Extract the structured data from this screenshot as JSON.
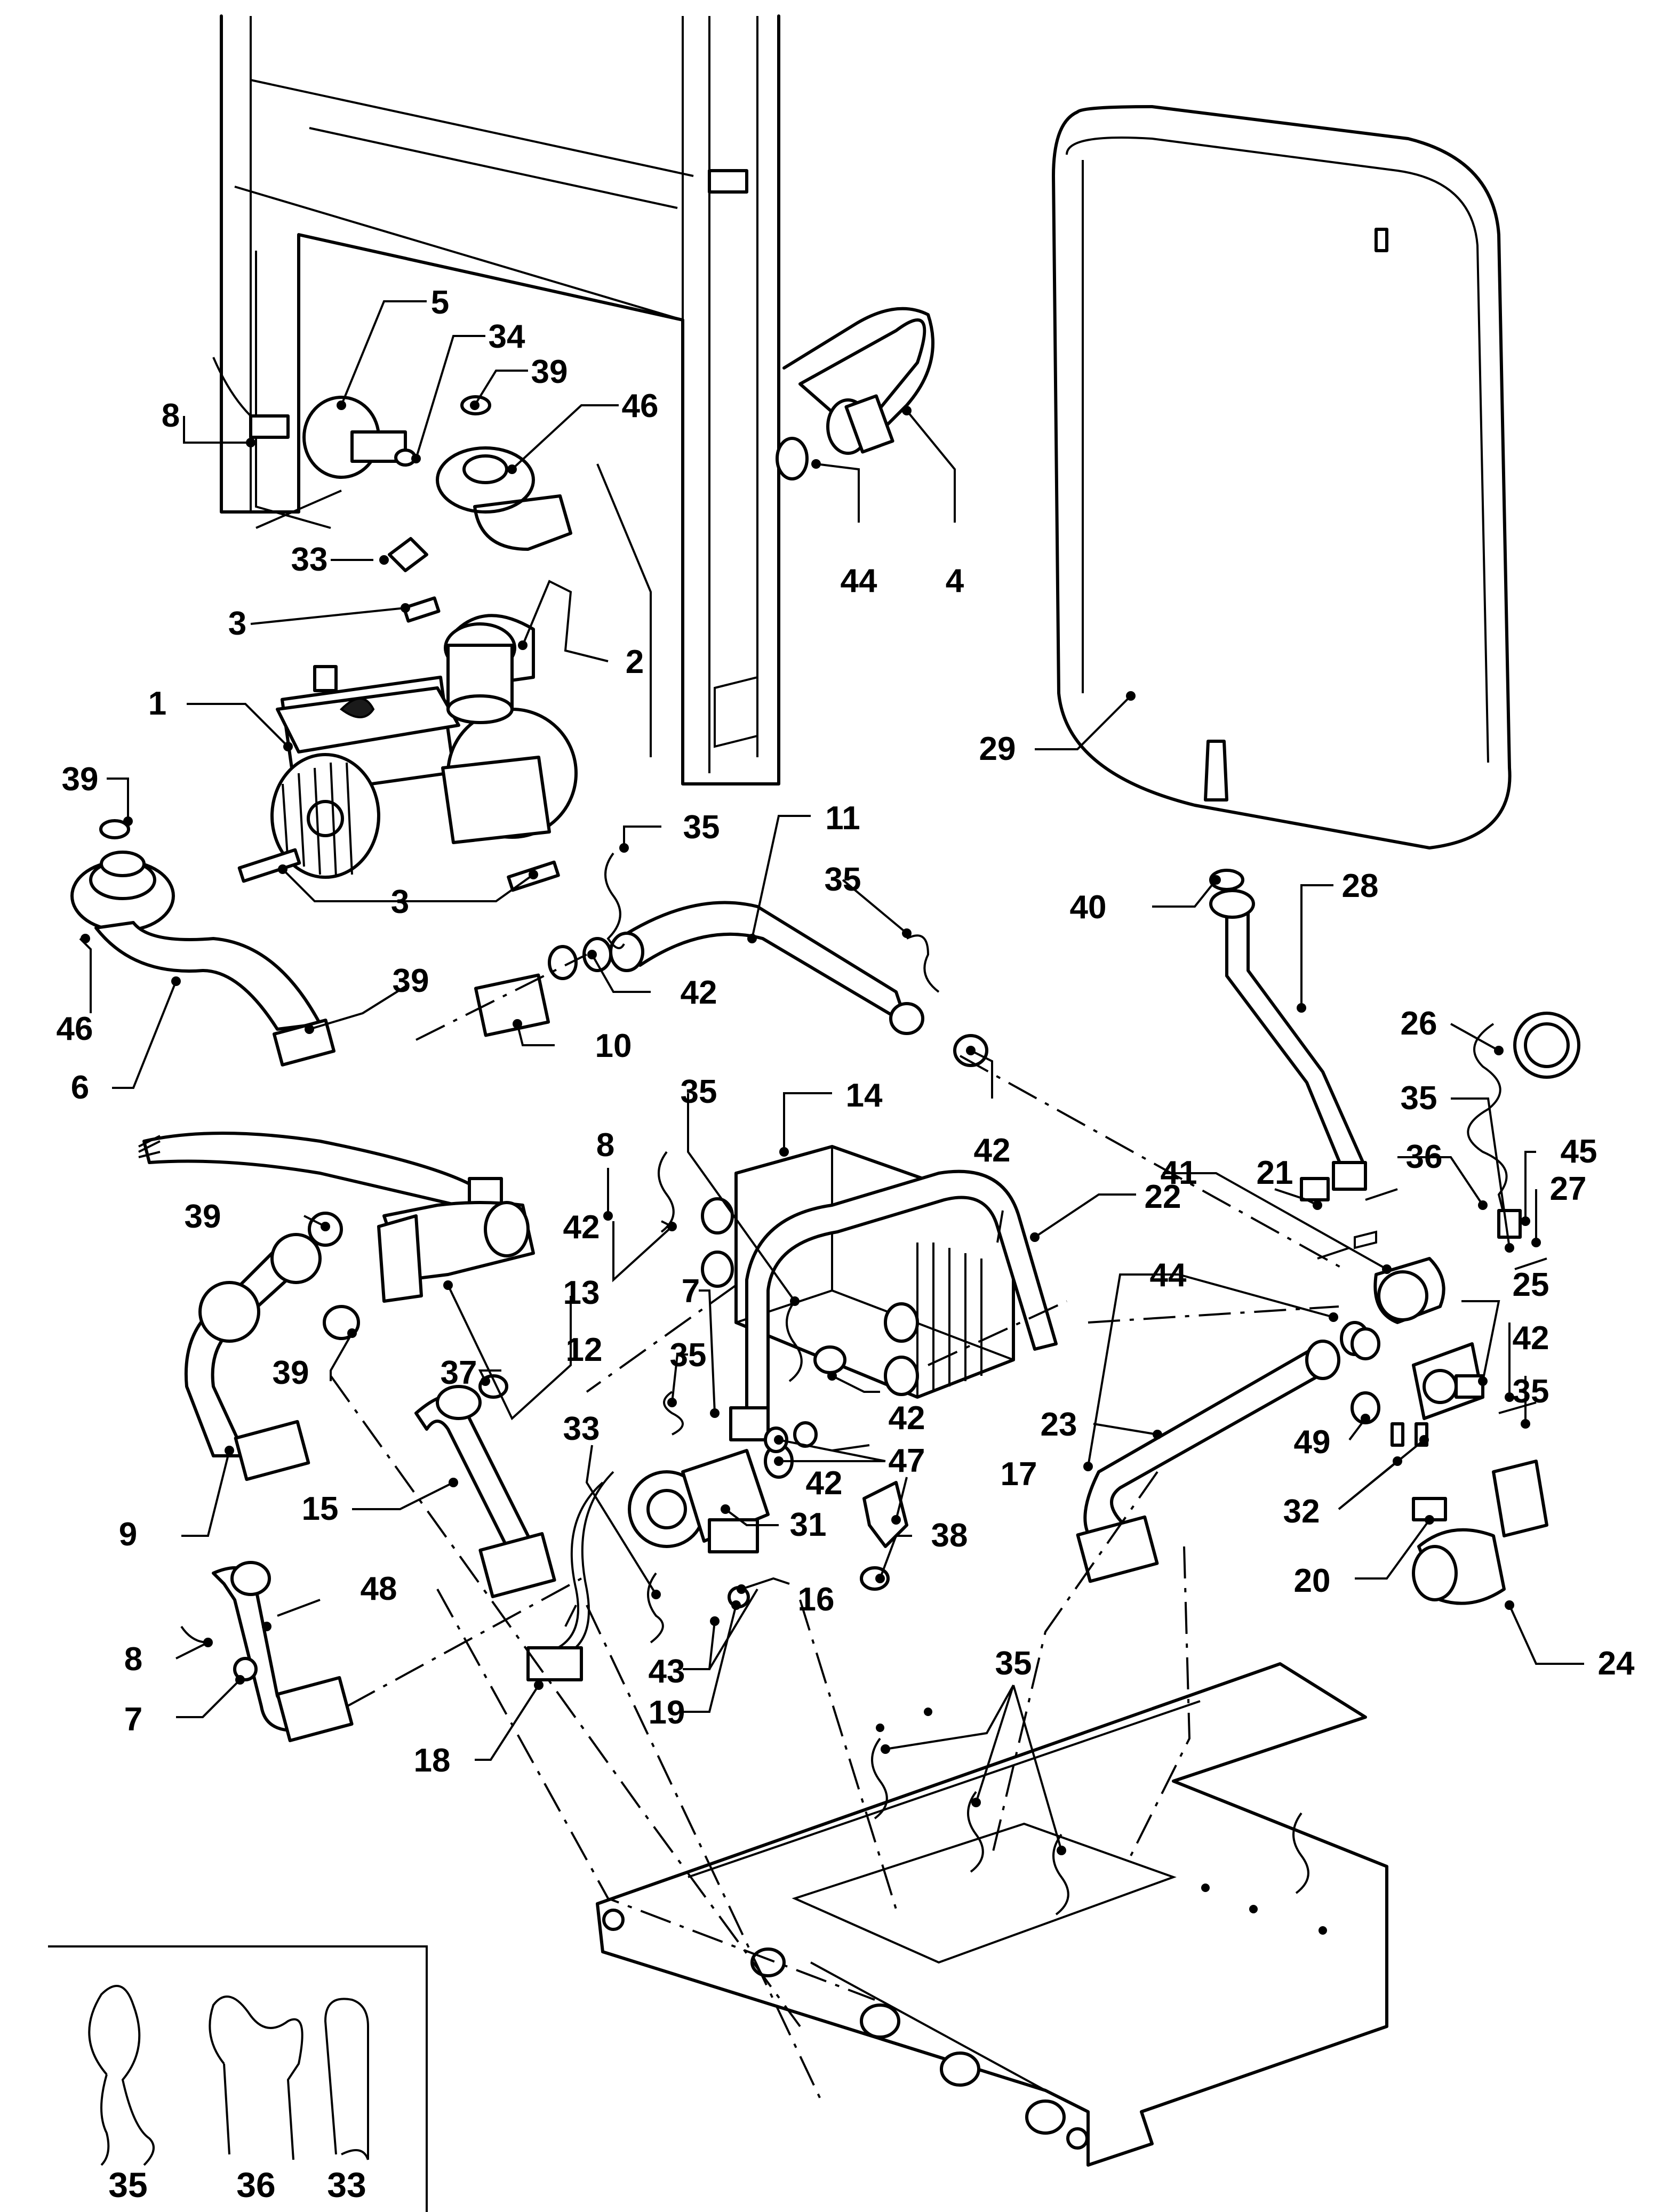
{
  "diagram": {
    "callouts": [
      {
        "id": "c5",
        "text": "5"
      },
      {
        "id": "c34",
        "text": "34"
      },
      {
        "id": "c39a",
        "text": "39"
      },
      {
        "id": "c46a",
        "text": "46"
      },
      {
        "id": "c8a",
        "text": "8"
      },
      {
        "id": "c33a",
        "text": "33"
      },
      {
        "id": "c3a",
        "text": "3"
      },
      {
        "id": "c2",
        "text": "2"
      },
      {
        "id": "c1",
        "text": "1"
      },
      {
        "id": "c44a",
        "text": "44"
      },
      {
        "id": "c4",
        "text": "4"
      },
      {
        "id": "c29",
        "text": "29"
      },
      {
        "id": "c39b",
        "text": "39"
      },
      {
        "id": "c46b",
        "text": "46"
      },
      {
        "id": "c6",
        "text": "6"
      },
      {
        "id": "c3b",
        "text": "3"
      },
      {
        "id": "c35a",
        "text": "35"
      },
      {
        "id": "c11",
        "text": "11"
      },
      {
        "id": "c35b",
        "text": "35"
      },
      {
        "id": "c42a",
        "text": "42"
      },
      {
        "id": "c39c",
        "text": "39"
      },
      {
        "id": "c10",
        "text": "10"
      },
      {
        "id": "c42b",
        "text": "42"
      },
      {
        "id": "c40",
        "text": "40"
      },
      {
        "id": "c28",
        "text": "28"
      },
      {
        "id": "c26",
        "text": "26"
      },
      {
        "id": "c35c",
        "text": "35"
      },
      {
        "id": "c45",
        "text": "45"
      },
      {
        "id": "c41",
        "text": "41"
      },
      {
        "id": "c21",
        "text": "21"
      },
      {
        "id": "c36a",
        "text": "36"
      },
      {
        "id": "c27",
        "text": "27"
      },
      {
        "id": "c8b",
        "text": "8"
      },
      {
        "id": "c35d",
        "text": "35"
      },
      {
        "id": "c14",
        "text": "14"
      },
      {
        "id": "c22",
        "text": "22"
      },
      {
        "id": "c42c",
        "text": "42"
      },
      {
        "id": "c39d",
        "text": "39"
      },
      {
        "id": "c13",
        "text": "13"
      },
      {
        "id": "c39e",
        "text": "39"
      },
      {
        "id": "c12",
        "text": "12"
      },
      {
        "id": "c7a",
        "text": "7"
      },
      {
        "id": "c44b",
        "text": "44"
      },
      {
        "id": "c25",
        "text": "25"
      },
      {
        "id": "c42d",
        "text": "42"
      },
      {
        "id": "c35e",
        "text": "35"
      },
      {
        "id": "c37",
        "text": "37"
      },
      {
        "id": "c35f",
        "text": "35"
      },
      {
        "id": "c42e",
        "text": "42"
      },
      {
        "id": "c23",
        "text": "23"
      },
      {
        "id": "c49",
        "text": "49"
      },
      {
        "id": "c33b",
        "text": "33"
      },
      {
        "id": "c42f",
        "text": "42"
      },
      {
        "id": "c47",
        "text": "47"
      },
      {
        "id": "c9",
        "text": "9"
      },
      {
        "id": "c15",
        "text": "15"
      },
      {
        "id": "c31",
        "text": "31"
      },
      {
        "id": "c17",
        "text": "17"
      },
      {
        "id": "c32",
        "text": "32"
      },
      {
        "id": "c38",
        "text": "38"
      },
      {
        "id": "c20",
        "text": "20"
      },
      {
        "id": "c48",
        "text": "48"
      },
      {
        "id": "c16",
        "text": "16"
      },
      {
        "id": "c43",
        "text": "43"
      },
      {
        "id": "c35g",
        "text": "35"
      },
      {
        "id": "c24",
        "text": "24"
      },
      {
        "id": "c8c",
        "text": "8"
      },
      {
        "id": "c7b",
        "text": "7"
      },
      {
        "id": "c19",
        "text": "19"
      },
      {
        "id": "c18",
        "text": "18"
      }
    ],
    "legend": [
      {
        "id": "l35",
        "text": "35"
      },
      {
        "id": "l36",
        "text": "36"
      },
      {
        "id": "l33",
        "text": "33"
      }
    ]
  }
}
